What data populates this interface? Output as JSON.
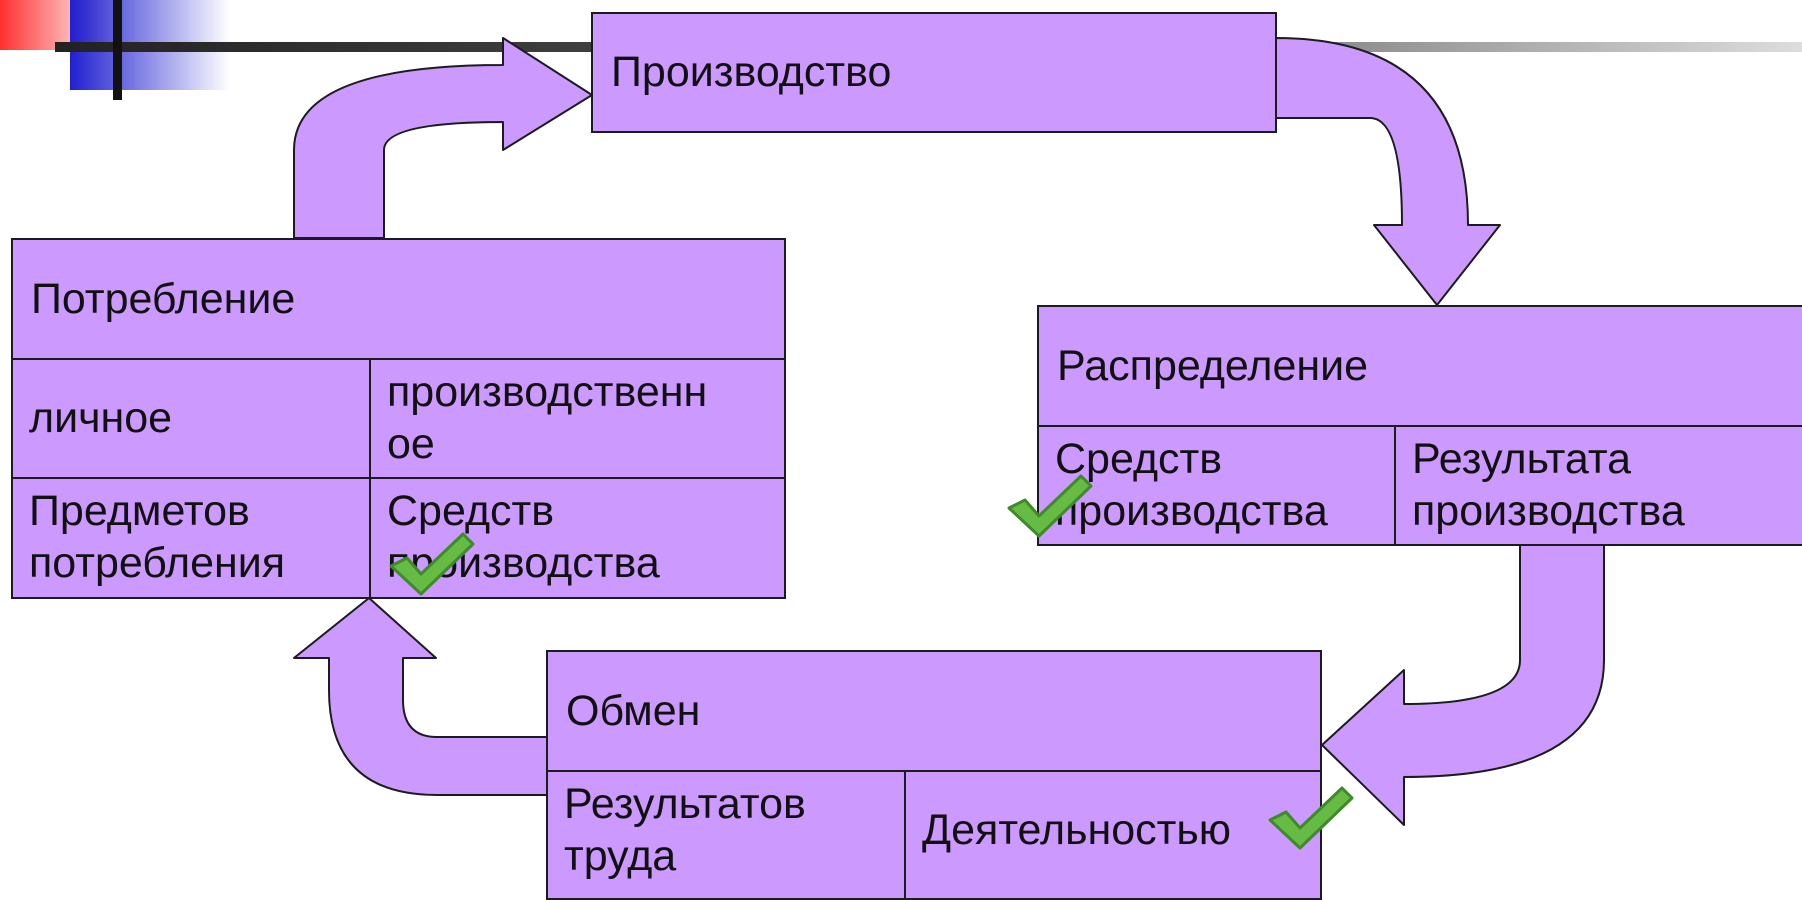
{
  "colors": {
    "box_fill": "#cc99ff",
    "arrow_fill": "#cc99ff",
    "outline": "#1c1c1c",
    "text": "#111111",
    "check_green": "#66bb44"
  },
  "icons": {
    "check": "checkmark-icon"
  },
  "diagram": {
    "production": {
      "title": "Производство"
    },
    "distribution": {
      "title": "Распределение",
      "cells": [
        "Средств\nпроизводства",
        "Результата\nпроизводства"
      ]
    },
    "exchange": {
      "title": "Обмен",
      "cells": [
        "Результатов\nтруда",
        "Деятельностью"
      ]
    },
    "consumption": {
      "title": "Потребление",
      "types": [
        "личное",
        "производственн\nое"
      ],
      "objects": [
        "Предметов\nпотребления",
        "Средств\nпроизводства"
      ]
    }
  }
}
